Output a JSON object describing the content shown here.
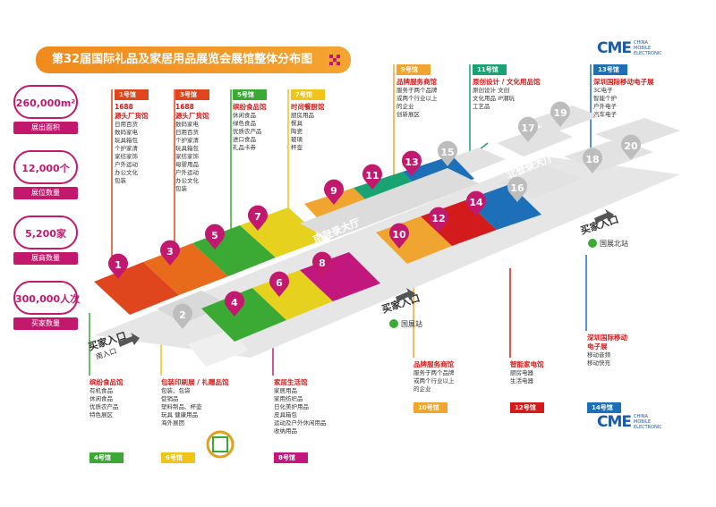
{
  "title": "第32届国际礼品及家居用品展览会展馆整体分布图",
  "logo": {
    "mark": "CME",
    "line1": "CHINA",
    "line2": "MOBILE",
    "line3": "ELECTRONIC"
  },
  "stats": [
    {
      "value": "260,000m²",
      "label": "展出面积"
    },
    {
      "value": "12,000个",
      "label": "展位数量"
    },
    {
      "value": "5,200家",
      "label": "展商数量"
    },
    {
      "value": "300,000人次",
      "label": "买家数量"
    }
  ],
  "halls_top": [
    {
      "hall": "1号馆",
      "color": "#e0461d",
      "title": "1688\n源头厂货馆",
      "items": [
        "日用百货",
        "数码家电",
        "玩具箱包",
        "个护家清",
        "家纺家饰",
        "户外运动",
        "办公文化",
        "包装"
      ]
    },
    {
      "hall": "3号馆",
      "color": "#e0461d",
      "title": "1688\n源头厂货馆",
      "items": [
        "数码家电",
        "日用百货",
        "个护家清",
        "玩具箱包",
        "家纺家饰",
        "母婴用品",
        "户外运动",
        "办公文化",
        "包装"
      ]
    },
    {
      "hall": "5号馆",
      "color": "#3aaa35",
      "title": "缤纷食品馆",
      "items": [
        "休闲食品",
        "绿色食品",
        "优质农产品",
        "进口食品",
        "礼品卡券"
      ]
    },
    {
      "hall": "7号馆",
      "color": "#f0c419",
      "title": "时尚餐厨馆",
      "items": [
        "厨房用品",
        "餐具",
        "陶瓷",
        "玻璃",
        "杯壶"
      ]
    },
    {
      "hall": "9号馆",
      "color": "#f0a531",
      "title": "品牌服务商馆",
      "items": [
        "服务于两个品牌",
        "或两个行业以上",
        "的企业",
        "创新展区"
      ]
    },
    {
      "hall": "11号馆",
      "color": "#1aa372",
      "title": "原创设计 / 文化用品馆",
      "items": [
        "原创设计  文创",
        "文化用品  IP潮玩",
        "工艺品"
      ]
    },
    {
      "hall": "13号馆",
      "color": "#1d6fb8",
      "title": "深圳国际移动电子展",
      "items": [
        "3C电子",
        "智能个护",
        "户外电子",
        "汽车电子"
      ]
    }
  ],
  "halls_bottom": [
    {
      "hall": "4号馆",
      "color": "#3aaa35",
      "title": "缤纷食品馆",
      "items": [
        "有机食品",
        "休闲食品",
        "优质农产品",
        "特色展区"
      ]
    },
    {
      "hall": "6号馆",
      "color": "#f0c419",
      "title": "包装印刷展 / 礼赠品馆",
      "items": [
        "包装、包袋",
        "促销品",
        "塑料制品、杯壶",
        "玩具  健康用品",
        "海外展团"
      ]
    },
    {
      "hall": "8号馆",
      "color": "#c2187e",
      "title": "家居生活馆",
      "items": [
        "家居用品",
        "家用纺织品",
        "日化美护用品",
        "皮具箱包",
        "运动及户外休闲用品",
        "收纳用品"
      ]
    },
    {
      "hall": "10号馆",
      "color": "#f0a531",
      "title": "品牌服务商馆",
      "items": [
        "服务于两个品牌",
        "或两个行业以上",
        "的企业"
      ]
    },
    {
      "hall": "12号馆",
      "color": "#d31b1b",
      "title": "智能家电馆",
      "items": [
        "厨房电器",
        "生活电器"
      ]
    },
    {
      "hall": "14号馆",
      "color": "#1d6fb8",
      "title": "深圳国际移动\n电子展",
      "items": [
        "移动音频",
        "移动快充"
      ]
    }
  ],
  "map": {
    "pins": [
      "1",
      "3",
      "5",
      "7",
      "9",
      "11",
      "13",
      "4",
      "6",
      "8",
      "10",
      "12",
      "14"
    ],
    "grey_halls": [
      "2",
      "15",
      "16",
      "17",
      "18",
      "19",
      "20"
    ],
    "south_hall_label": "南登录大厅",
    "north_hall_label": "北登录大厅",
    "entrances": [
      {
        "label": "买家入口",
        "sub": "南入口"
      },
      {
        "label": "买家入口",
        "sub": "国展站"
      },
      {
        "label": "买家入口",
        "sub": "国展北站"
      }
    ]
  },
  "colors": {
    "hall1": "#e0461d",
    "hall3": "#e0461d",
    "hall5": "#3aaa35",
    "hall7": "#f0c419",
    "hall9": "#f0a531",
    "hall11": "#1aa372",
    "hall13": "#1d6fb8",
    "hall4": "#3aaa35",
    "hall6": "#f0c419",
    "hall8": "#c2187e",
    "hall10": "#f0a531",
    "hall12": "#d31b1b",
    "hall14": "#1d6fb8",
    "pin": "#c2186e",
    "accent": "#f08a1c"
  }
}
